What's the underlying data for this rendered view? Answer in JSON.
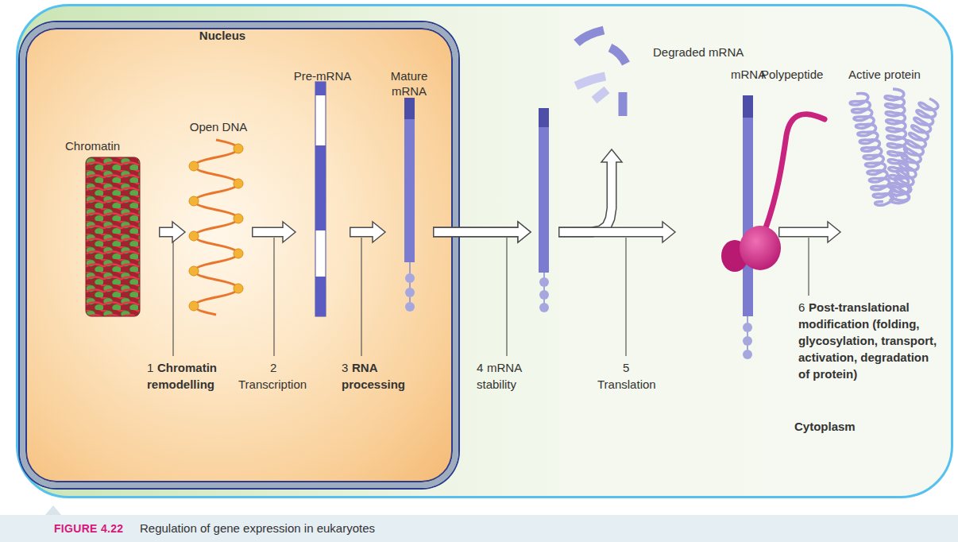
{
  "diagram": {
    "caption": "Regulation of gene expression in eukaryotes",
    "nodes": [
      {
        "text": [
          "Cytoplasm"
        ]
      },
      {
        "text": [
          "Nucleus"
        ],
        "in": 0
      },
      {
        "text": [
          "Chromatin"
        ],
        "in": 1
      },
      {
        "text": [
          "Open DNA"
        ],
        "in": 1
      },
      {
        "text": [
          "Pre-mRNA"
        ],
        "in": 1
      },
      {
        "text": [
          "Mature mRNA"
        ],
        "in": 1
      },
      {
        "text": [
          "Degraded mRNA"
        ],
        "in": 0
      },
      {
        "text": [
          "mRNA",
          "Polypeptide"
        ],
        "in": 0
      },
      {
        "text": [
          "Active protein"
        ],
        "in": 0
      }
    ],
    "edges": [
      {
        "from": 2,
        "to": 3,
        "arrow": "to",
        "label": "Chromatin remodelling"
      },
      {
        "from": 3,
        "to": 4,
        "arrow": "to",
        "label": "Transcription"
      },
      {
        "from": 4,
        "to": 5,
        "arrow": "to",
        "label": "RNA processing"
      },
      {
        "from": 5,
        "to": 6,
        "arrow": "to",
        "label": "mRNA stability"
      },
      {
        "from": 5,
        "to": 7,
        "arrow": "to",
        "label": "Translation"
      },
      {
        "from": 7,
        "to": 8,
        "arrow": "to",
        "label": "Post-translational modification (folding, glycosylation, transport, activation, degradation of protein)"
      }
    ],
    "labels": [
      "1",
      "2",
      "3",
      "4",
      "5",
      "6",
      "FIGURE 4.22"
    ]
  }
}
